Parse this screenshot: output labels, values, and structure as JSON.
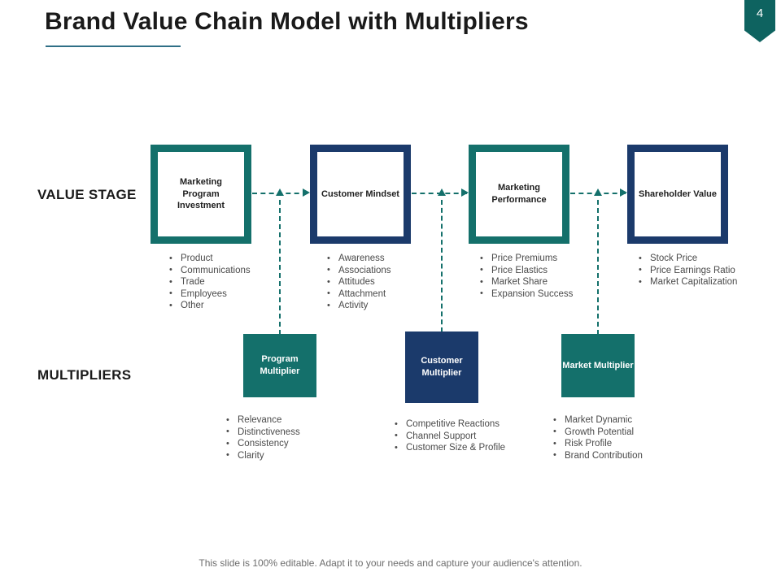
{
  "slide": {
    "title": "Brand Value Chain Model with Multipliers",
    "page_number": "4",
    "footer_note": "This slide is 100% editable. Adapt it to your needs and capture your audience's attention.",
    "accent_teal": "#14706b",
    "accent_navy": "#1b3a6b",
    "underline_color": "#2f6f86"
  },
  "rows": {
    "value_stage_label": "VALUE STAGE",
    "multipliers_label": "MULTIPLIERS"
  },
  "stages": [
    {
      "title": "Marketing Program Investment",
      "color": "teal",
      "bullets": [
        "Product",
        "Communications",
        "Trade",
        "Employees",
        "Other"
      ]
    },
    {
      "title": "Customer Mindset",
      "color": "navy",
      "bullets": [
        "Awareness",
        "Associations",
        "Attitudes",
        "Attachment",
        "Activity"
      ]
    },
    {
      "title": "Marketing Performance",
      "color": "teal",
      "bullets": [
        "Price Premiums",
        "Price Elastics",
        "Market Share",
        "Expansion Success"
      ]
    },
    {
      "title": "Shareholder Value",
      "color": "navy",
      "bullets": [
        "Stock Price",
        "Price Earnings Ratio",
        "Market Capitalization"
      ]
    }
  ],
  "multipliers": [
    {
      "title": "Program Multiplier",
      "color": "teal",
      "bullets": [
        "Relevance",
        "Distinctiveness",
        "Consistency",
        "Clarity"
      ]
    },
    {
      "title": "Customer Multiplier",
      "color": "navy",
      "bullets": [
        "Competitive Reactions",
        "Channel Support",
        "Customer Size & Profile"
      ]
    },
    {
      "title": "Market Multiplier",
      "color": "teal",
      "bullets": [
        "Market Dynamic",
        "Growth Potential",
        "Risk Profile",
        "Brand Contribution"
      ]
    }
  ]
}
